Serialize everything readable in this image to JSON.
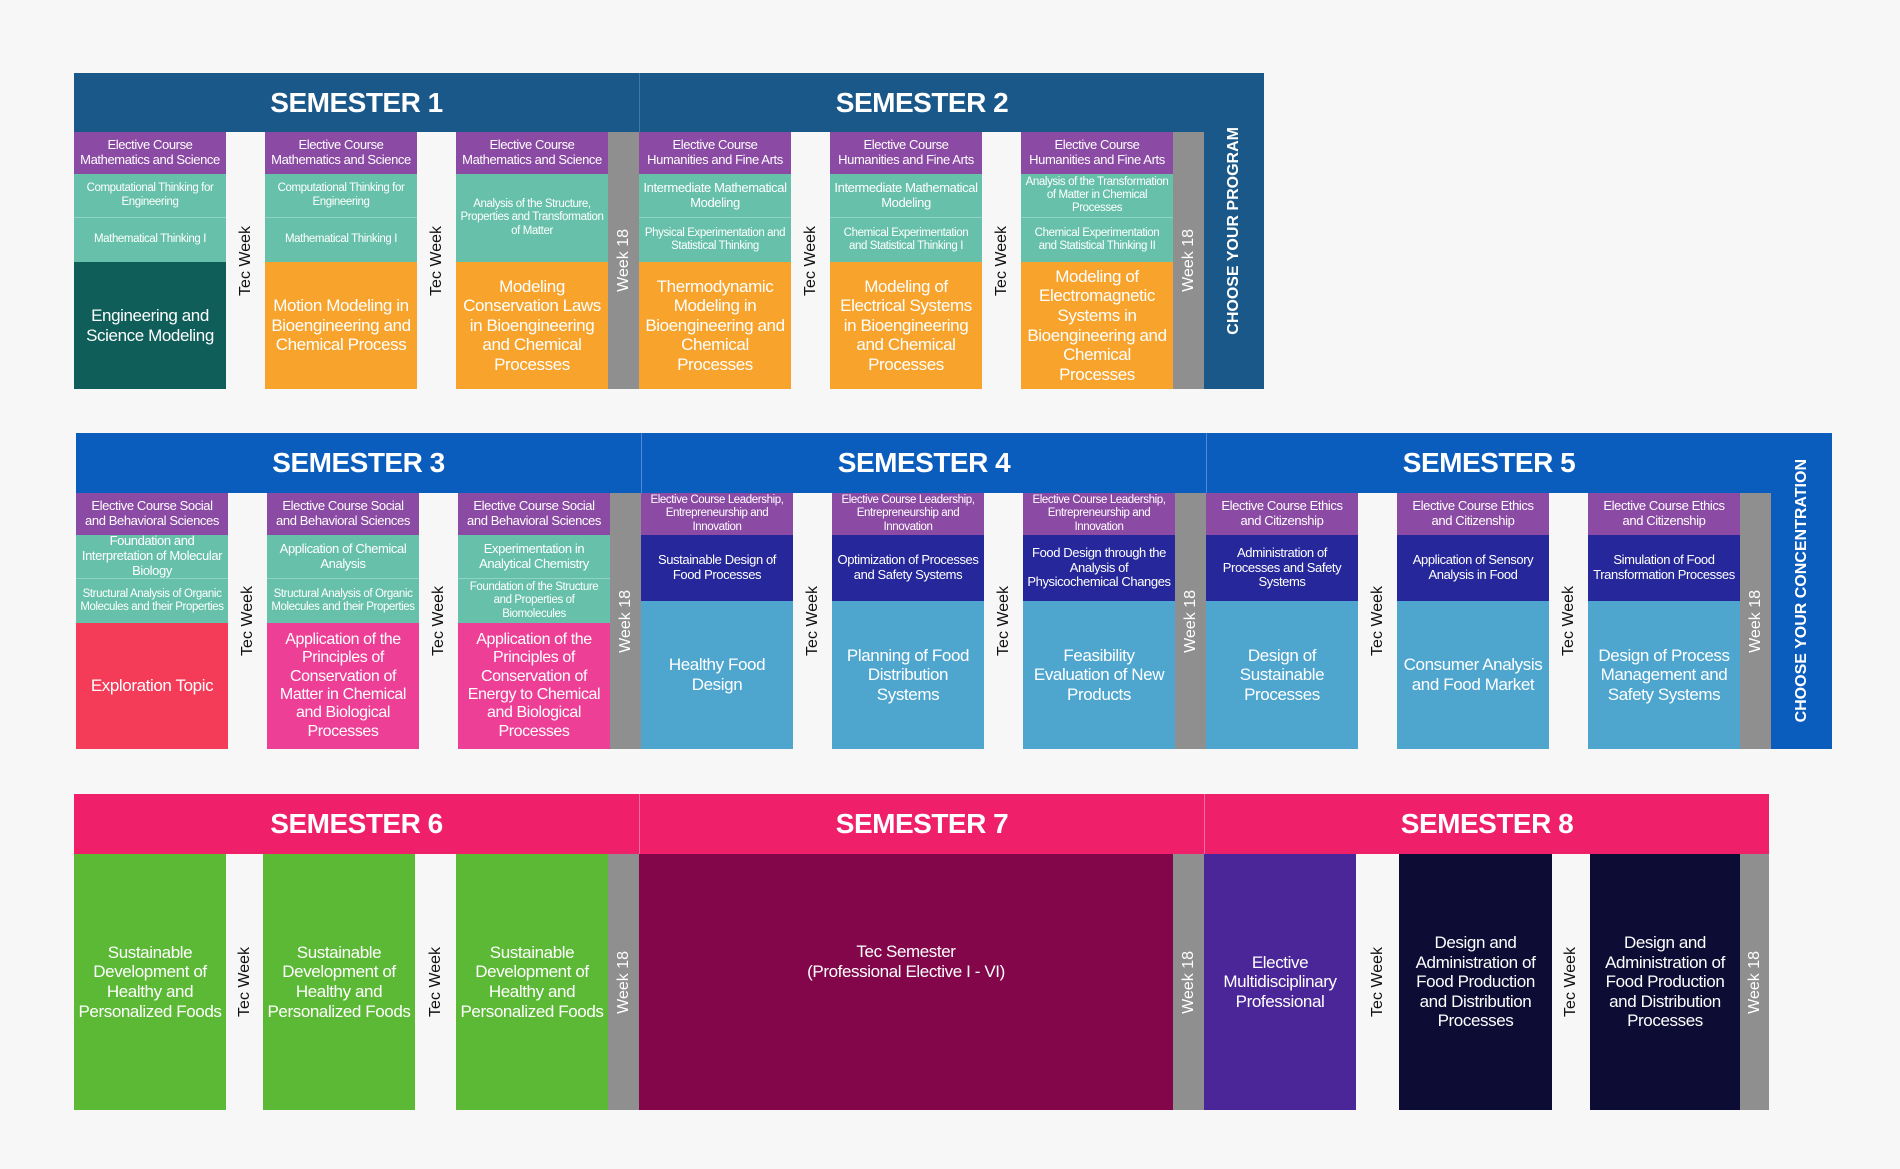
{
  "colors": {
    "row1_header": "#1a5889",
    "row2_header": "#0a5cbd",
    "row3_header": "#ef1f6a",
    "purple": "#8b4aa3",
    "teal": "#67c1aa",
    "dark_teal": "#0f5e5a",
    "orange": "#f7a32c",
    "red": "#f43b58",
    "pink": "#ee3f97",
    "navy": "#25279a",
    "light_blue": "#4ea6cf",
    "green": "#5cb936",
    "maroon": "#83064b",
    "indigo": "#4b2699",
    "dark_navy": "#0c0c35",
    "week18_gray": "#8f8f8f"
  },
  "labels": {
    "tec_week": "Tec Week",
    "week18": "Week 18",
    "choose_program": "CHOOSE YOUR PROGRAM",
    "choose_concentration": "CHOOSE YOUR CONCENTRATION"
  },
  "semesters": {
    "s1": "SEMESTER 1",
    "s2": "SEMESTER 2",
    "s3": "SEMESTER 3",
    "s4": "SEMESTER 4",
    "s5": "SEMESTER 5",
    "s6": "SEMESTER 6",
    "s7": "SEMESTER 7",
    "s8": "SEMESTER 8"
  },
  "row1": {
    "c1": {
      "elective": "Elective Course Mathematics and Science",
      "t1": "Computational Thinking for Engineering",
      "t2": "Mathematical Thinking I",
      "main": "Engineering and Science Modeling"
    },
    "c2": {
      "elective": "Elective Course Mathematics and Science",
      "t1": "Computational Thinking for Engineering",
      "t2": "Mathematical Thinking I",
      "main": "Motion Modeling in Bioengineering and Chemical Process"
    },
    "c3": {
      "elective": "Elective Course Mathematics and Science",
      "t1": "Analysis of the Structure, Properties and Transformation of Matter",
      "main": "Modeling Conservation Laws in Bioengineering and Chemical Processes"
    },
    "c4": {
      "elective": "Elective Course Humanities and Fine Arts",
      "t1": "Intermediate Mathematical Modeling",
      "t2": "Physical Experimentation and Statistical Thinking",
      "main": "Thermodynamic Modeling in Bioengineering and Chemical Processes"
    },
    "c5": {
      "elective": "Elective Course Humanities and Fine Arts",
      "t1": "Intermediate Mathematical Modeling",
      "t2": "Chemical Experimentation and Statistical Thinking I",
      "main": "Modeling of Electrical Systems in Bioengineering and Chemical Processes"
    },
    "c6": {
      "elective": "Elective Course Humanities and Fine Arts",
      "t1": "Analysis of the Transformation of Matter in Chemical Processes",
      "t2": "Chemical Experimentation and Statistical Thinking II",
      "main": "Modeling of Electromagnetic Systems in Bioengineering and Chemical Processes"
    }
  },
  "row2": {
    "c1": {
      "elective": "Elective Course Social and Behavioral Sciences",
      "t1": "Foundation and Interpretation of Molecular Biology",
      "t2": "Structural Analysis of Organic Molecules and their Properties",
      "main": "Exploration Topic"
    },
    "c2": {
      "elective": "Elective Course Social and Behavioral Sciences",
      "t1": "Application of Chemical Analysis",
      "t2": "Structural Analysis of Organic Molecules and their Properties",
      "main": "Application of the Principles of Conservation of Matter in Chemical and Biological Processes"
    },
    "c3": {
      "elective": "Elective Course Social and Behavioral Sciences",
      "t1": "Experimentation in Analytical Chemistry",
      "t2": "Foundation of the Structure and Properties of Biomolecules",
      "main": "Application of the Principles of Conservation of Energy to Chemical and Biological Processes"
    },
    "c4": {
      "elective": "Elective Course Leadership, Entrepreneurship and Innovation",
      "t1": "Sustainable Design of Food Processes",
      "main": "Healthy Food Design"
    },
    "c5": {
      "elective": "Elective Course Leadership, Entrepreneurship and Innovation",
      "t1": "Optimization of Processes and Safety Systems",
      "main": "Planning of Food Distribution Systems"
    },
    "c6": {
      "elective": "Elective Course Leadership, Entrepreneurship and Innovation",
      "t1": "Food Design through the Analysis of Physicochemical Changes",
      "main": "Feasibility Evaluation of New Products"
    },
    "c7": {
      "elective": "Elective Course Ethics and Citizenship",
      "t1": "Administration of Processes and Safety Systems",
      "main": "Design of Sustainable Processes"
    },
    "c8": {
      "elective": "Elective Course Ethics and Citizenship",
      "t1": "Application of Sensory Analysis in Food",
      "main": "Consumer Analysis and Food Market"
    },
    "c9": {
      "elective": "Elective Course Ethics and Citizenship",
      "t1": "Simulation of Food Transformation Processes",
      "main": "Design of Process Management and Safety Systems"
    }
  },
  "row3": {
    "c1": "Sustainable Development of Healthy and Personalized Foods",
    "c2": "Sustainable Development of Healthy and Personalized Foods",
    "c3": "Sustainable Development of Healthy and Personalized Foods",
    "tec_semester": "Tec Semester",
    "tec_semester_sub": "(Professional Elective I - VI)",
    "c7": "Elective Multidisciplinary Professional",
    "c8": "Design and Administration of Food Production and Distribution Processes",
    "c9": "Design and Administration of Food Production and Distribution Processes"
  }
}
